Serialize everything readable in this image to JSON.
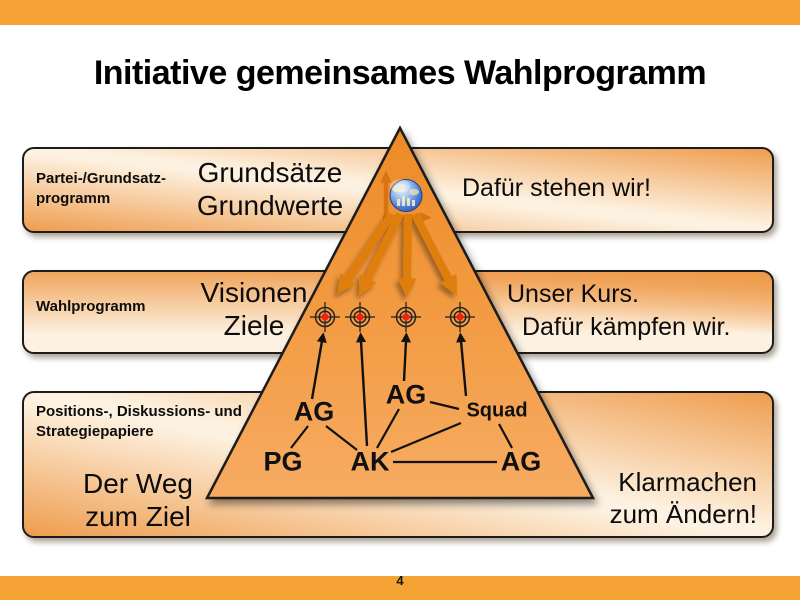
{
  "slide": {
    "title": "Initiative gemeinsames Wahlprogramm",
    "page_number": "4"
  },
  "colors": {
    "bar_orange": "#F5A335",
    "band_light": "#FDF2E1",
    "band_orange": "#EE9846",
    "triangle_top": "#ED8B28",
    "triangle_bottom": "#F7AC63",
    "arrow_orange": "#DF7E0C",
    "target_red": "#EE2211",
    "text_black": "#0C0C0C"
  },
  "bands": [
    {
      "label_lines": [
        "Partei-/Grundsatz-",
        "programm"
      ],
      "center_lines": [
        "Grundsätze",
        "Grundwerte"
      ],
      "right_lines": [
        "Dafür stehen wir!"
      ]
    },
    {
      "label_lines": [
        "Wahlprogramm"
      ],
      "center_lines": [
        "Visionen",
        "Ziele"
      ],
      "right_lines": [
        "Unser Kurs.",
        "Dafür kämpfen wir."
      ]
    },
    {
      "label_lines": [
        "Positions-, Diskussions- und",
        "Strategiepapiere"
      ],
      "center_lines": [
        "Der Weg",
        "zum Ziel"
      ],
      "right_lines": [
        "Klarmachen",
        "zum Ändern!"
      ]
    }
  ],
  "pyramid": {
    "nodes": {
      "ag_left": "AG",
      "ag_center": "AG",
      "squad": "Squad",
      "pg": "PG",
      "ak": "AK",
      "ag_right": "AG"
    },
    "icons": {
      "globe": "globe-with-axes",
      "target": "crosshair-target"
    }
  }
}
